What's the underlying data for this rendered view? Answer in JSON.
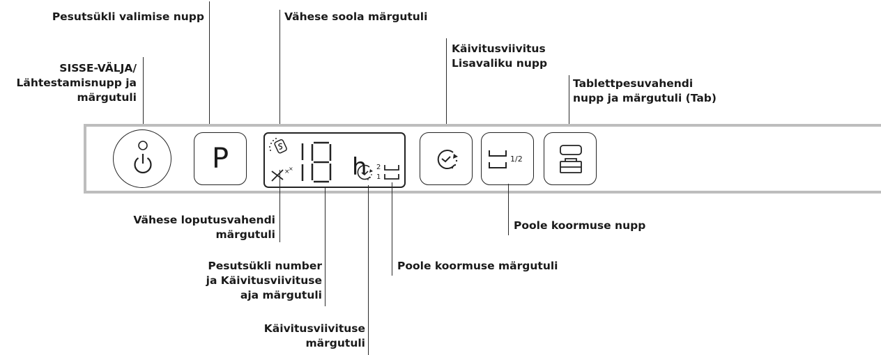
{
  "labels": {
    "program_button": "Pesutsükli valimise nupp",
    "low_salt": "Vähese soola märgutuli",
    "power_line1": "SISSE-VÄLJA/",
    "power_line2": "Lähtestamisnupp ja",
    "power_line3": "märgutuli",
    "delay_line1": "Käivitusviivitus",
    "delay_line2": "Lisavaliku nupp",
    "tab_line1": "Tablettpesuvahendi",
    "tab_line2": "nupp ja märgutuli (Tab)",
    "rinse_line1": "Vähese loputusvahendi",
    "rinse_line2": "märgutuli",
    "half_load_button": "Poole koormuse nupp",
    "cycle_line1": "Pesutsükli number",
    "cycle_line2": "ja Käivitusviivituse",
    "cycle_line3": "aja märgutuli",
    "half_load_indicator": "Poole koormuse märgutuli",
    "delay_ind_line1": "Käivitusviivituse",
    "delay_ind_line2": "märgutuli"
  },
  "panel": {
    "program_letter": "P",
    "display_digits": "18",
    "display_unit": "h",
    "display_level_top": "2",
    "display_level_bottom": "1",
    "half_load_fraction": "1/2"
  },
  "icons": [
    "power-icon",
    "low-salt-icon",
    "low-rinse-icon",
    "seven-segment-digits",
    "delay-clock-icon",
    "half-load-icon",
    "tablet-icon"
  ]
}
